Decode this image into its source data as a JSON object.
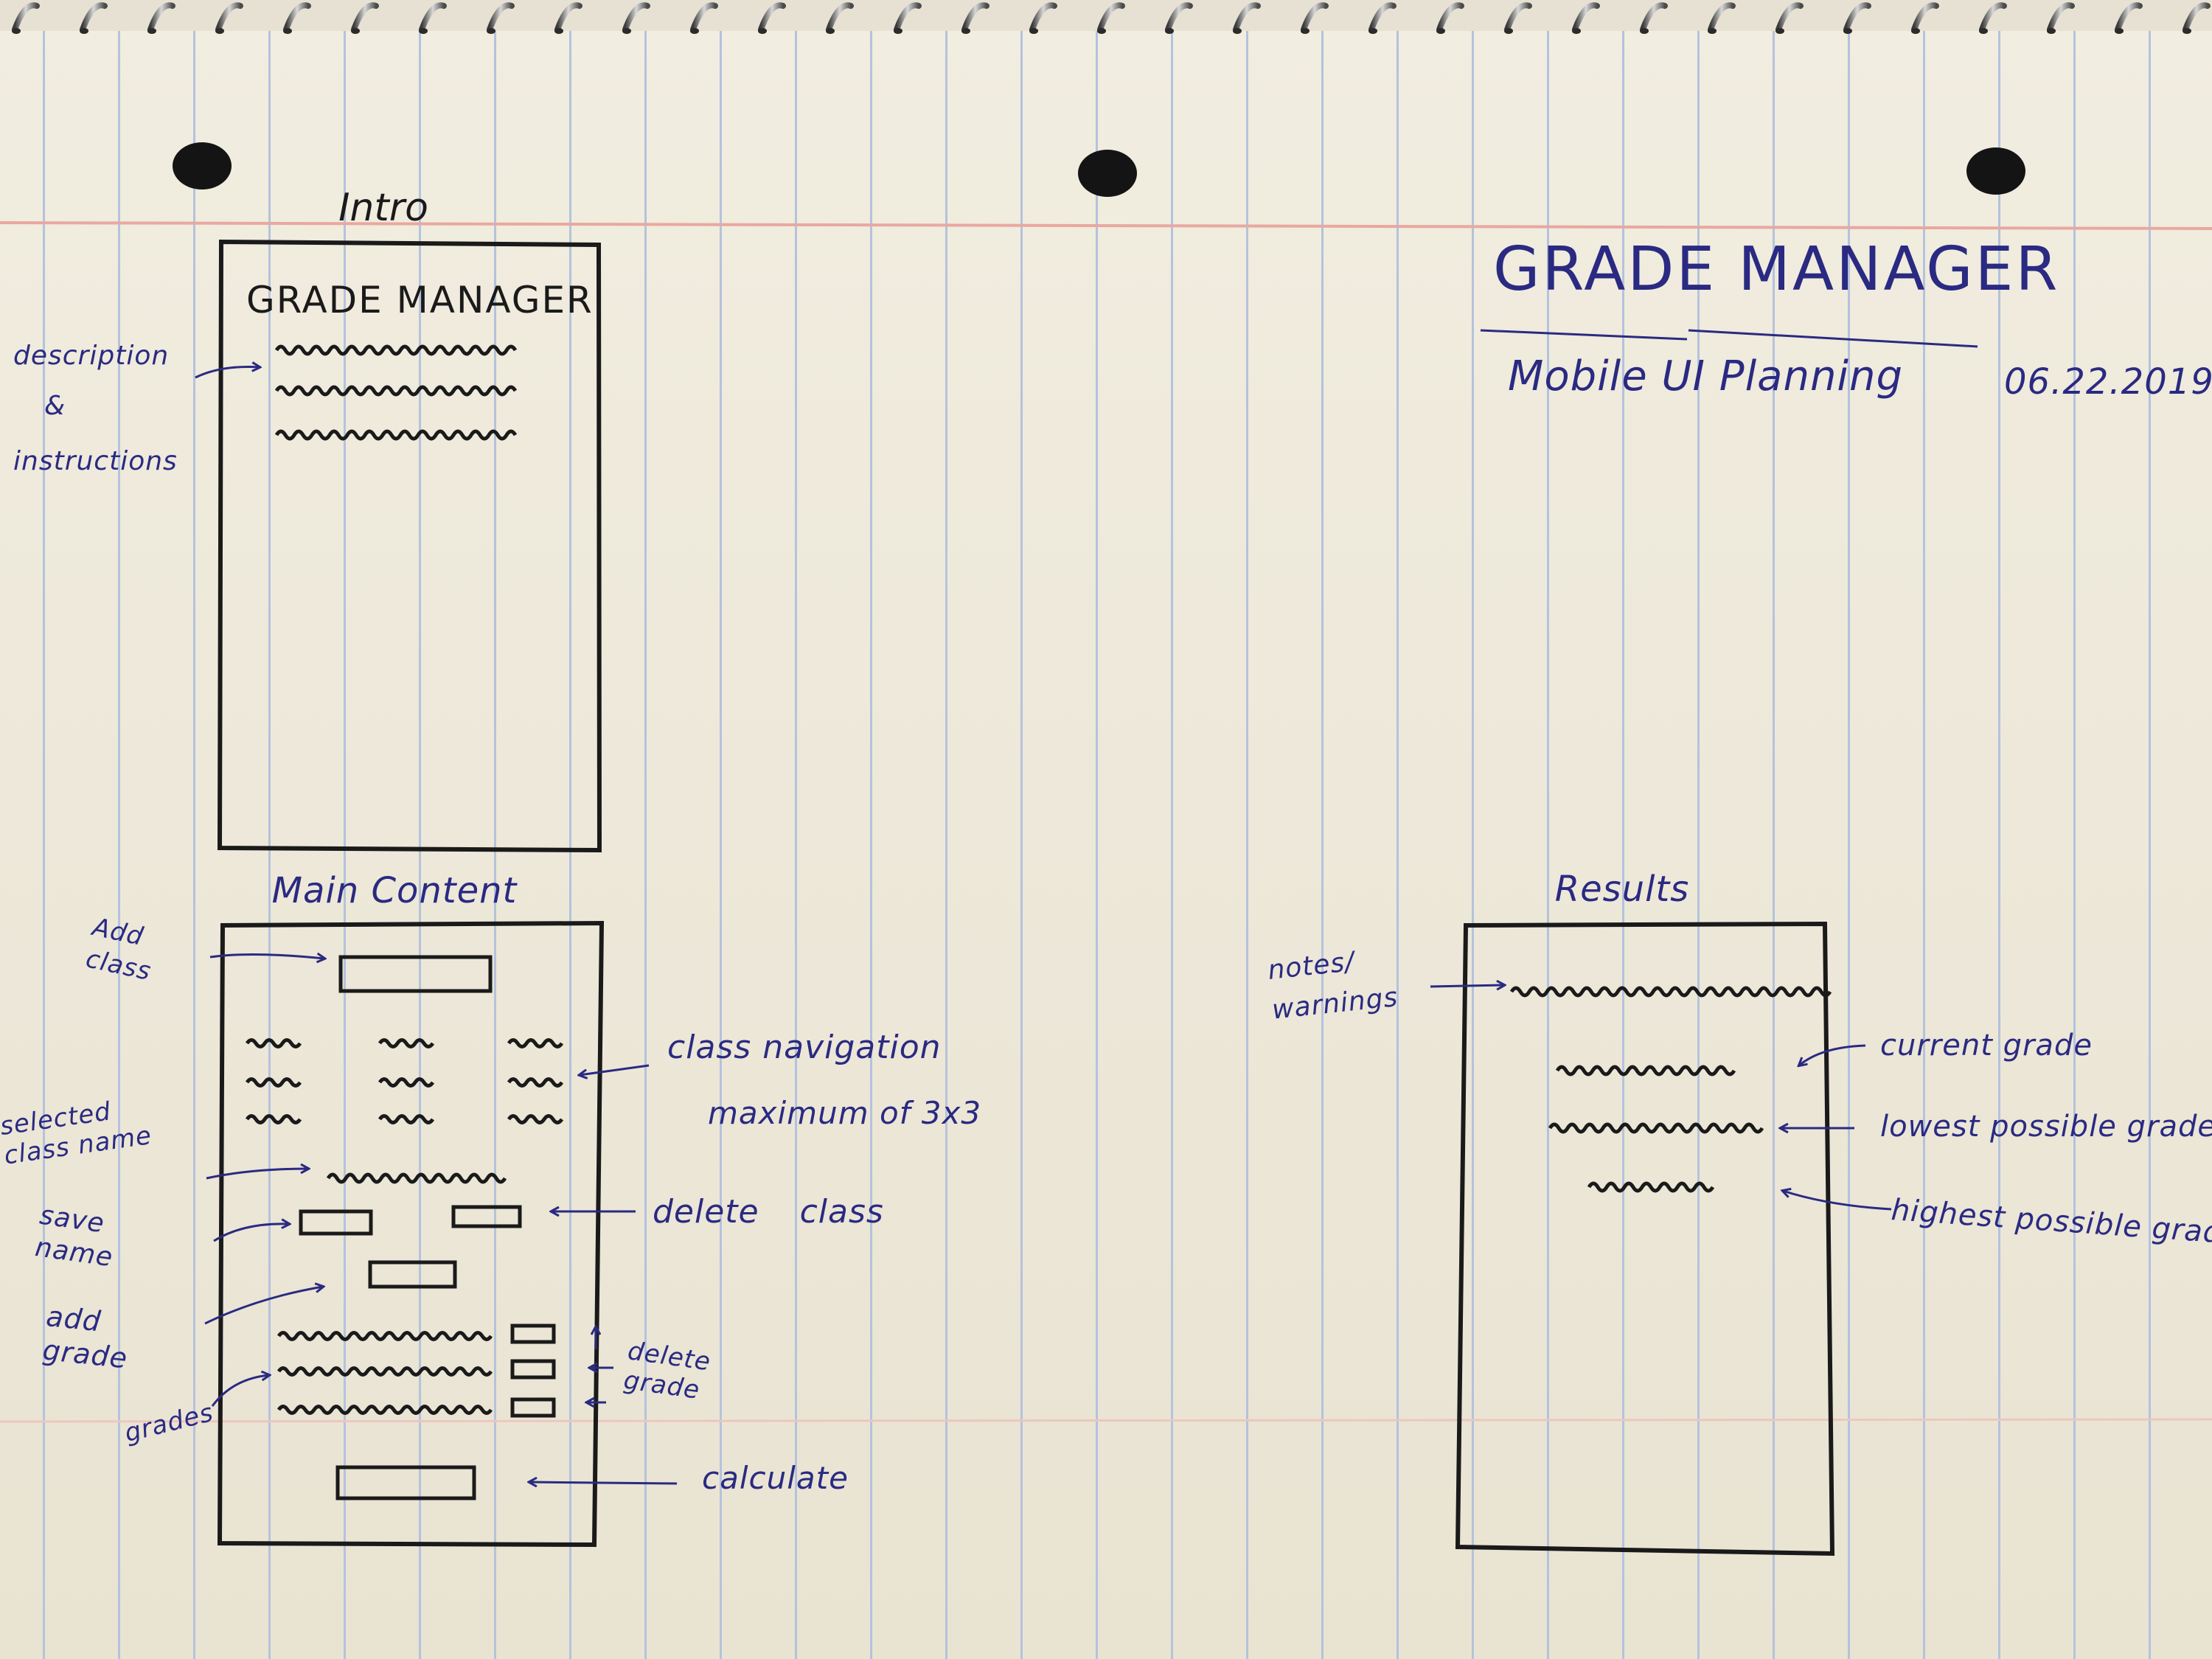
{
  "title": {
    "main": "GRADE MANAGER",
    "subtitle": "Mobile UI Planning",
    "date": "06.22.2019"
  },
  "intro": {
    "label": "Intro",
    "screen_heading": "GRADE MANAGER",
    "annotations": {
      "description": "description",
      "and_symbol": "&",
      "instructions": "instructions"
    }
  },
  "main_content": {
    "label": "Main Content",
    "class_grid": {
      "rows": 3,
      "cols": 3
    },
    "annotations": {
      "add_class": "Add class",
      "class_navigation": "class navigation",
      "maximum": "maximum of 3x3",
      "selected_class_name": "selected class name",
      "save_name": "save name",
      "delete_class": "delete class",
      "add_grade": "add grade",
      "grades": "grades",
      "delete_grade": "delete grade",
      "calculate": "calculate"
    }
  },
  "results": {
    "label": "Results",
    "annotations": {
      "notes_warnings": "notes/ warnings",
      "current_grade": "current grade",
      "lowest_possible_grade": "lowest possible grade",
      "highest_possible_grade": "highest possible grade"
    }
  },
  "colors": {
    "paper": "#efeadb",
    "ruled_line": "#b4c3dc",
    "margin_line": "#e8a8a0",
    "marker_ink": "#1a1a1a",
    "pen_ink": "#2a2a82"
  }
}
